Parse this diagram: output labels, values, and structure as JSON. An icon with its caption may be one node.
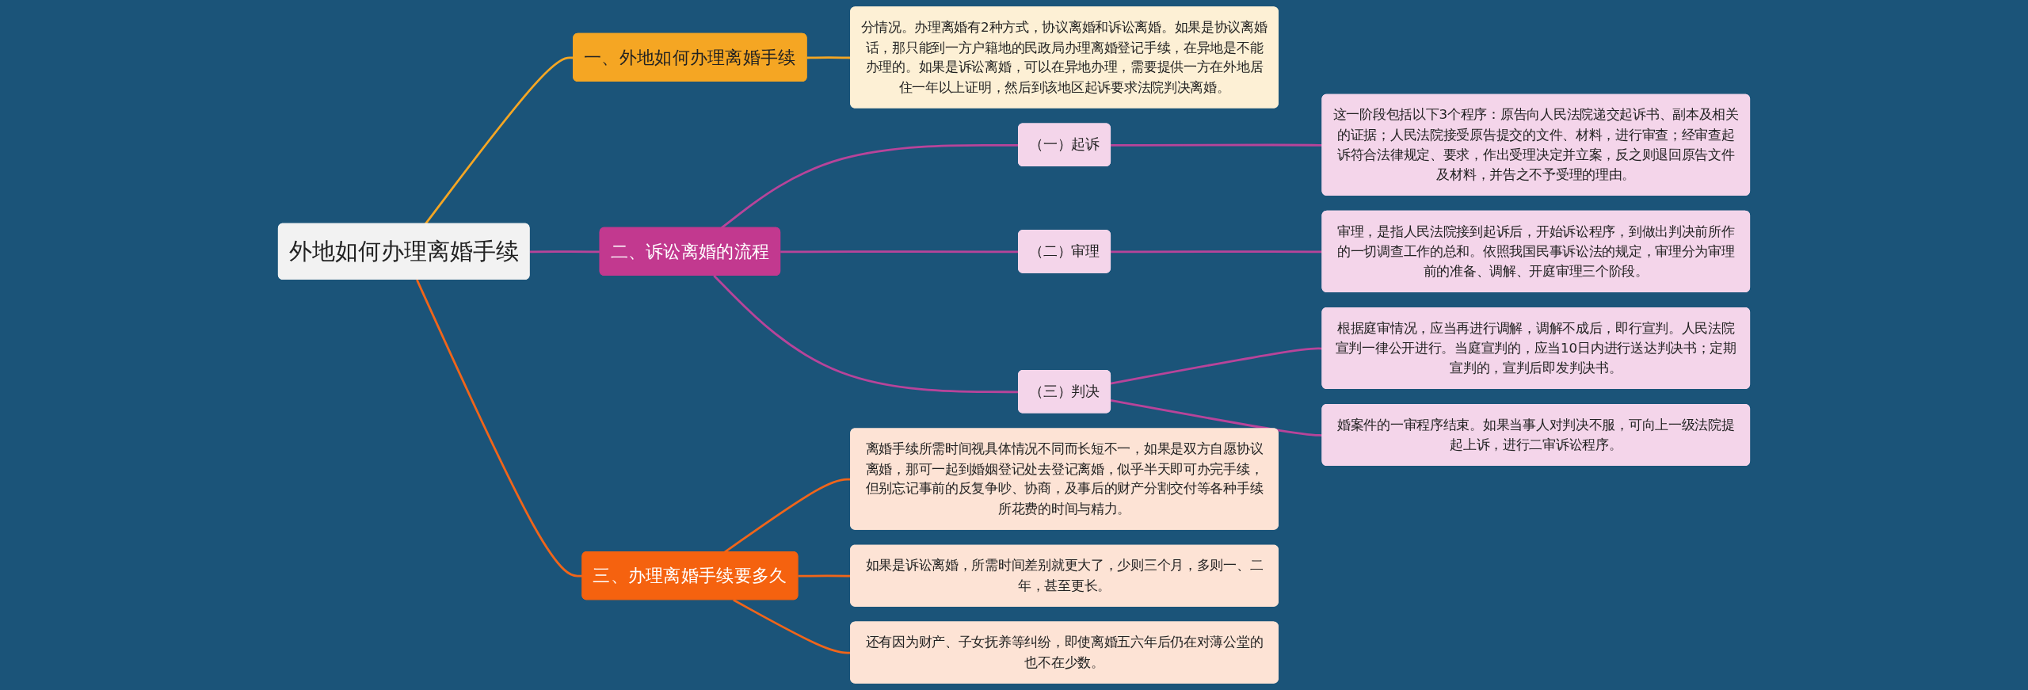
{
  "diagram": {
    "nodes": [
      {
        "text": [
          "外地如何办理离婚手续"
        ]
      },
      {
        "text": [
          "一、外地如何办理离婚手续"
        ]
      },
      {
        "text": [
          "分情况。办理离婚有2种方式，协议离婚和诉讼离婚。如果是协议离婚话，那只能到一方户籍地的民政局办理离婚登记手续，在异地是不能办理的。如果是诉讼离婚，可以在异地办理，需要提供一方在外地居住一年以上证明，然后到该地区起诉要求法院判决离婚。"
        ]
      },
      {
        "text": [
          "二、诉讼离婚的流程"
        ]
      },
      {
        "text": [
          "（一）起诉"
        ]
      },
      {
        "text": [
          "这一阶段包括以下3个程序：原告向人民法院递交起诉书、副本及相关的证据；人民法院接受原告提交的文件、材料，进行审查；经审查起诉符合法律规定、要求，作出受理决定并立案，反之则退回原告文件及材料，并告之不予受理的理由。"
        ]
      },
      {
        "text": [
          "（二）审理"
        ]
      },
      {
        "text": [
          "审理，是指人民法院接到起诉后，开始诉讼程序，到做出判决前所作的一切调查工作的总和。依照我国民事诉讼法的规定，审理分为审理前的准备、调解、开庭审理三个阶段。"
        ]
      },
      {
        "text": [
          "（三）判决"
        ]
      },
      {
        "text": [
          "根据庭审情况，应当再进行调解，调解不成后，即行宣判。人民法院宣判一律公开进行。当庭宣判的，应当10日内进行送达判决书；定期宣判的，宣判后即发判决书。"
        ]
      },
      {
        "text": [
          "婚案件的一审程序结束。如果当事人对判决不服，可向上一级法院提起上诉，进行二审诉讼程序。"
        ]
      },
      {
        "text": [
          "三、办理离婚手续要多久"
        ]
      },
      {
        "text": [
          "离婚手续所需时间视具体情况不同而长短不一，如果是双方自愿协议离婚，那可一起到婚姻登记处去登记离婚，似乎半天即可办完手续，但别忘记事前的反复争吵、协商，及事后的财产分割交付等各种手续所花费的时间与精力。"
        ]
      },
      {
        "text": [
          "如果是诉讼离婚，所需时间差别就更大了，少则三个月，多则一、二年，甚至更长。"
        ]
      },
      {
        "text": [
          "还有因为财产、子女抚养等纠纷，即使离婚五六年后仍在对薄公堂的也不在少数。"
        ]
      }
    ],
    "edges": [
      {
        "from": 0,
        "to": 1,
        "arrow": "none",
        "color": "#f5a623"
      },
      {
        "from": 1,
        "to": 2,
        "arrow": "none",
        "color": "#f5a623"
      },
      {
        "from": 0,
        "to": 3,
        "arrow": "none"
      },
      {
        "from": 3,
        "to": 4,
        "arrow": "none"
      },
      {
        "from": 4,
        "to": 5,
        "arrow": "none"
      },
      {
        "from": 3,
        "to": 6,
        "arrow": "none"
      },
      {
        "from": 6,
        "to": 7,
        "arrow": "none"
      },
      {
        "from": 3,
        "to": 8,
        "arrow": "none"
      },
      {
        "from": 8,
        "to": 9,
        "arrow": "none"
      },
      {
        "from": 8,
        "to": 10,
        "arrow": "none"
      },
      {
        "from": 0,
        "to": 11,
        "arrow": "none",
        "color": "#f0651a"
      },
      {
        "from": 11,
        "to": 12,
        "arrow": "none",
        "color": "#f0651a"
      },
      {
        "from": 11,
        "to": 13,
        "arrow": "none",
        "color": "#f0651a"
      },
      {
        "from": 11,
        "to": 14,
        "arrow": "none",
        "color": "#f0651a"
      }
    ]
  }
}
